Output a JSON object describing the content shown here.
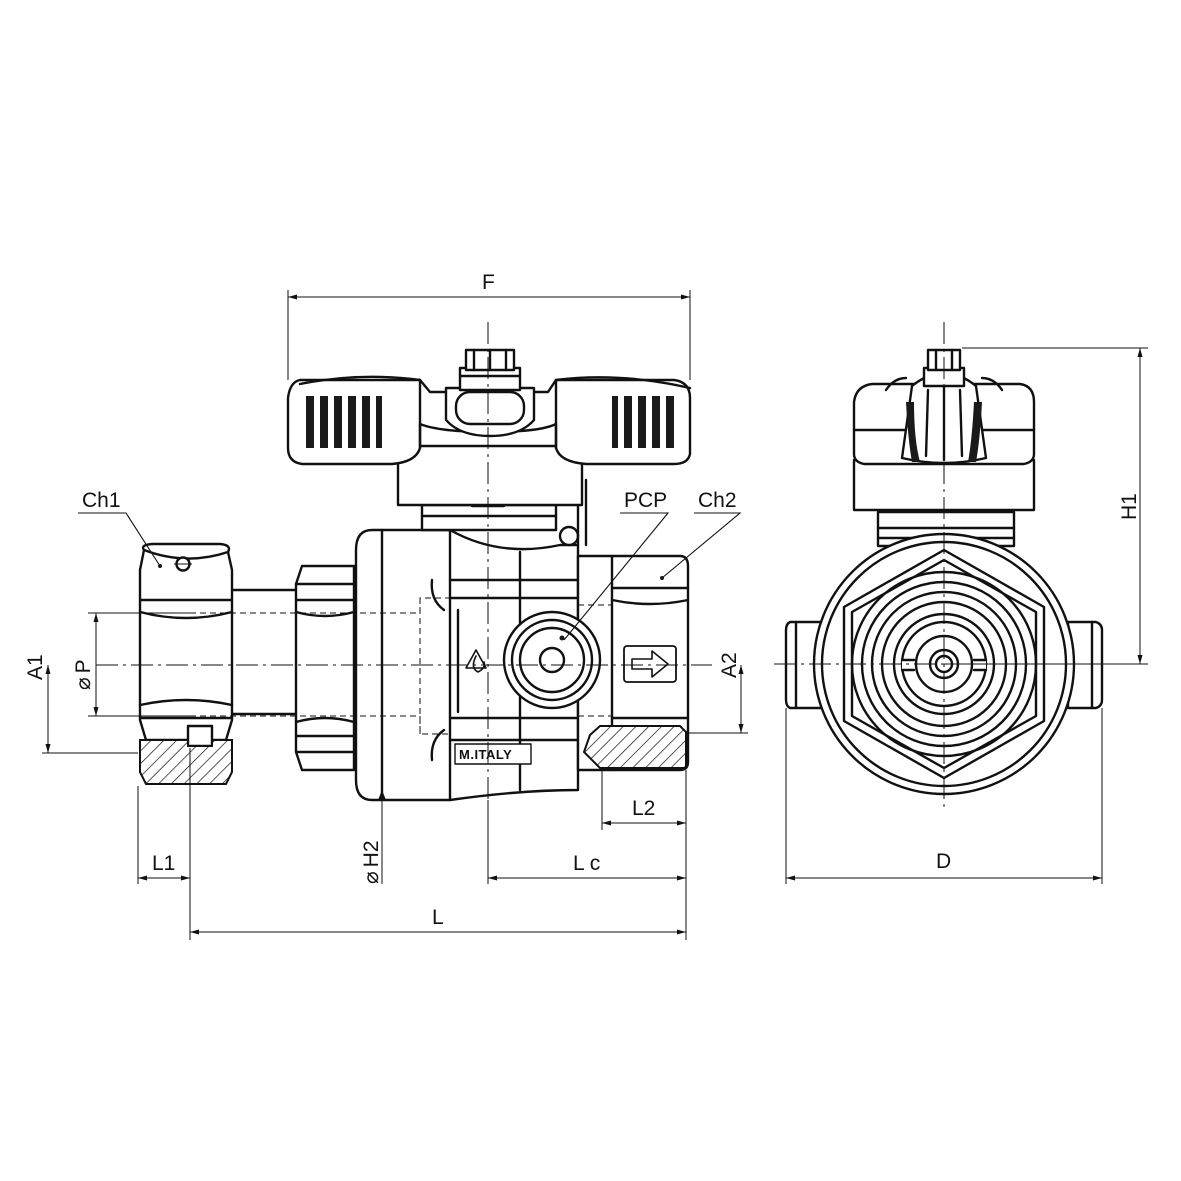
{
  "labels": {
    "F": "F",
    "Ch1": "Ch1",
    "PCP": "PCP",
    "Ch2": "Ch2",
    "A1": "A1",
    "P": "P",
    "A2": "A2",
    "H1": "H1",
    "H2": "H2",
    "L1": "L1",
    "L2": "L2",
    "Lc": "L c",
    "L": "L",
    "D": "D",
    "diameter_symbol": "⌀"
  },
  "body_marking": "M.ITALY",
  "icons": [
    "flow-arrow-icon",
    "recycle-drop-icon"
  ]
}
